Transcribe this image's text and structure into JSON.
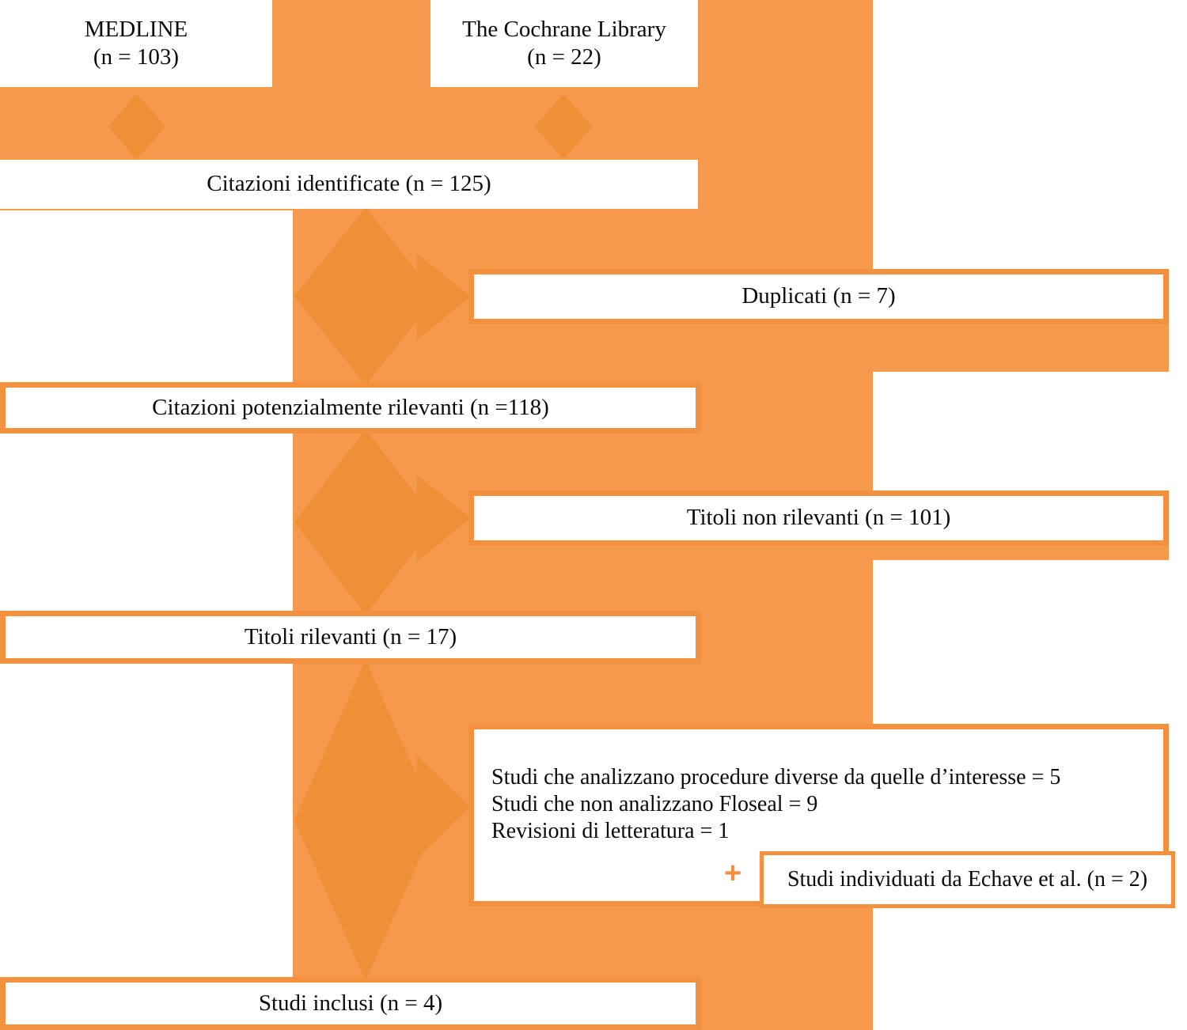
{
  "diagram": {
    "type": "prisma-flow-diagram",
    "language": "it",
    "colors": {
      "background_orange": "#F59A4D",
      "connector_orange": "#F18F38",
      "border_orange": "#F3913F",
      "box_fill": "#FFFFFF",
      "text": "#0B0B0B"
    },
    "nodes": {
      "source_medline": "MEDLINE\n(n = 103)",
      "source_cochrane": "The Cochrane Library\n(n = 22)",
      "identified": "Citazioni identificate (n = 125)",
      "duplicates": "Duplicati (n = 7)",
      "potentially_relevant": "Citazioni potenzialmente rilevanti (n =118)",
      "irrelevant_titles": "Titoli non rilevanti (n = 101)",
      "relevant_titles": "Titoli rilevanti (n = 17)",
      "exclusions": "Studi che analizzano procedure diverse da quelle d’interesse = 5\nStudi che non analizzano Floseal = 9\nRevisioni di letteratura = 1",
      "echave": "Studi individuati da Echave et al. (n = 2)",
      "plus_sign": "+",
      "included": "Studi inclusi (n = 4)"
    }
  }
}
